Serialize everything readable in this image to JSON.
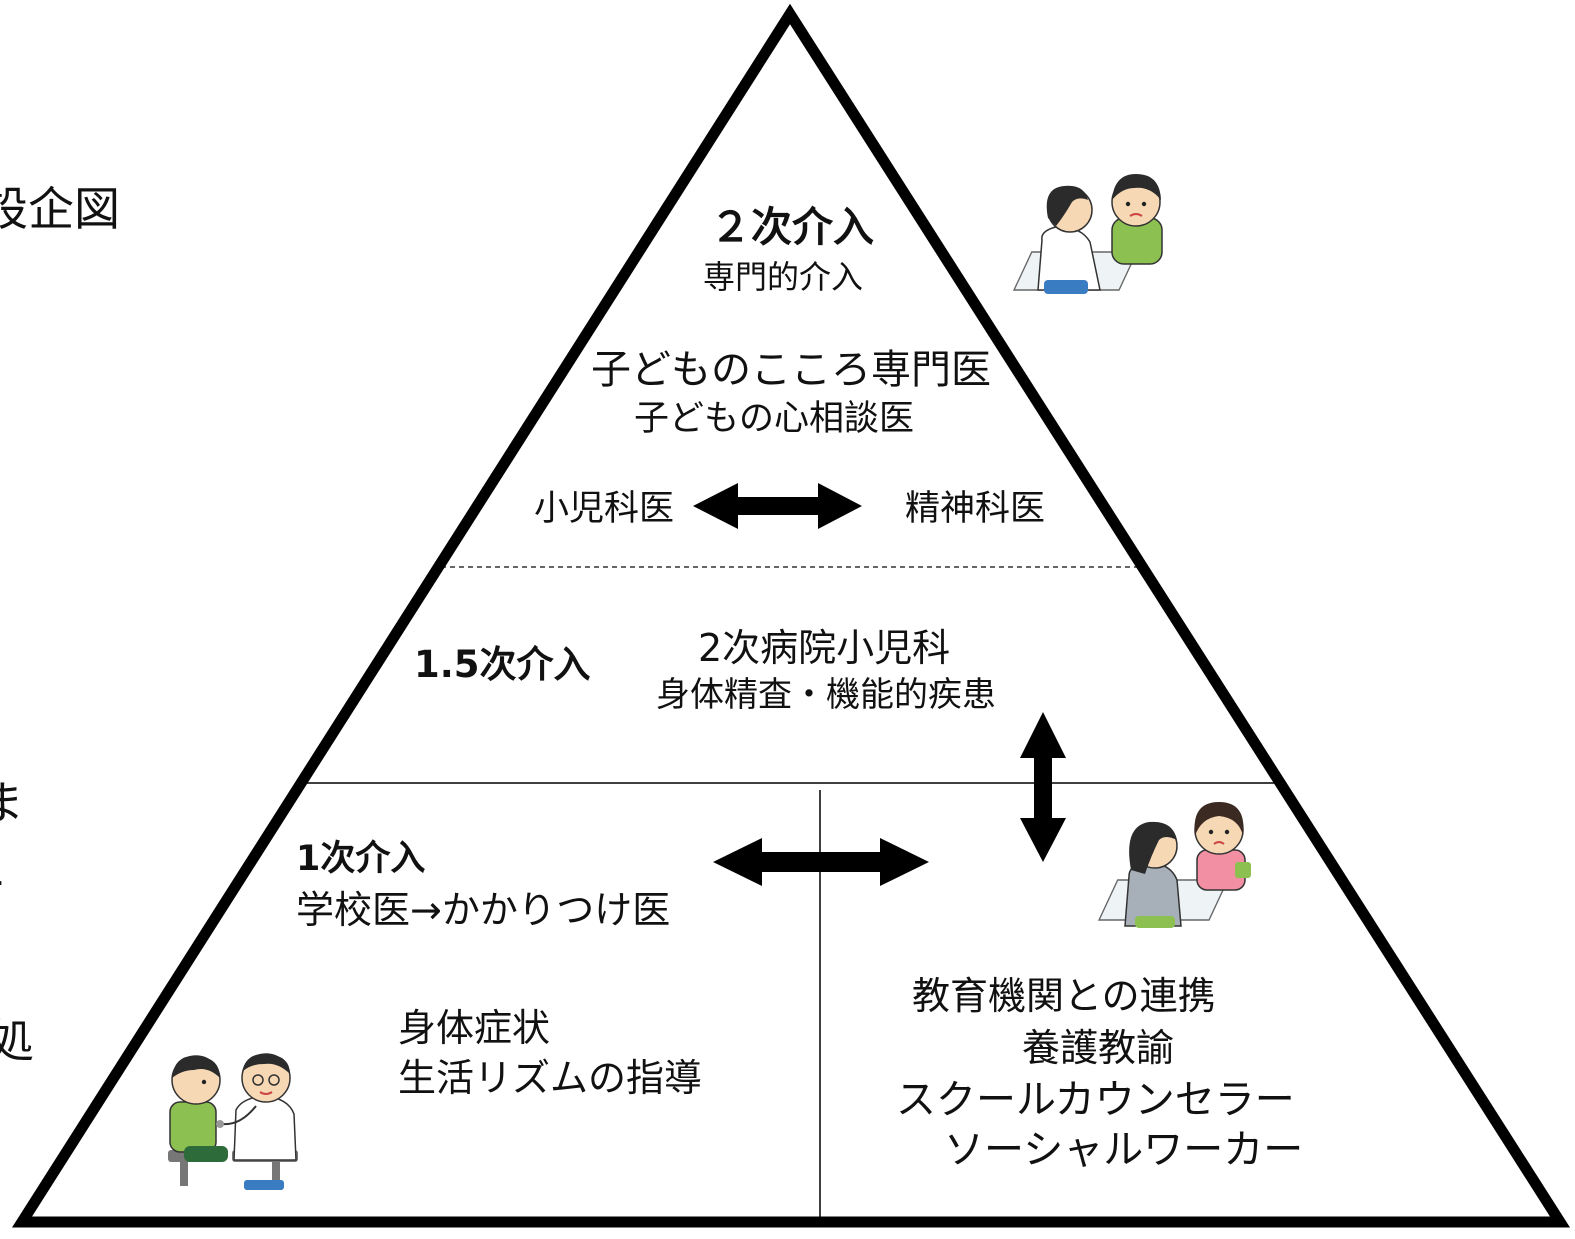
{
  "edge_fragments": {
    "top": "設企図",
    "mid_a": "ま",
    "mid_b": "L",
    "bottom": "処"
  },
  "tiers": {
    "secondary": {
      "title": "２次介入",
      "subtitle": "専門的介入",
      "specialist_1": "子どものこころ専門医",
      "specialist_2": "子どもの心相談医",
      "left_label": "小児科医",
      "right_label": "精神科医"
    },
    "intermediate": {
      "title": "1.5次介入",
      "line_1": "2次病院小児科",
      "line_2": "身体精査・機能的疾患"
    },
    "primary": {
      "title": "1次介入",
      "subtitle": "学校医→かかりつけ医",
      "task_1": "身体症状",
      "task_2": "生活リズムの指導"
    },
    "education": {
      "title": "教育機関との連携",
      "member_1": "養護教諭",
      "member_2": "スクールカウンセラー",
      "member_3": "ソーシャルワーカー"
    }
  },
  "colors": {
    "outline": "#000000",
    "skin": "#f6d8b5",
    "hair": "#2b2b2b",
    "shirt_green": "#8cc152",
    "coat_white": "#ffffff",
    "chair_blue": "#3a7cc2",
    "pink": "#f28fa3",
    "gray_top": "#a7b0b8",
    "desk": "#eef3f6"
  }
}
